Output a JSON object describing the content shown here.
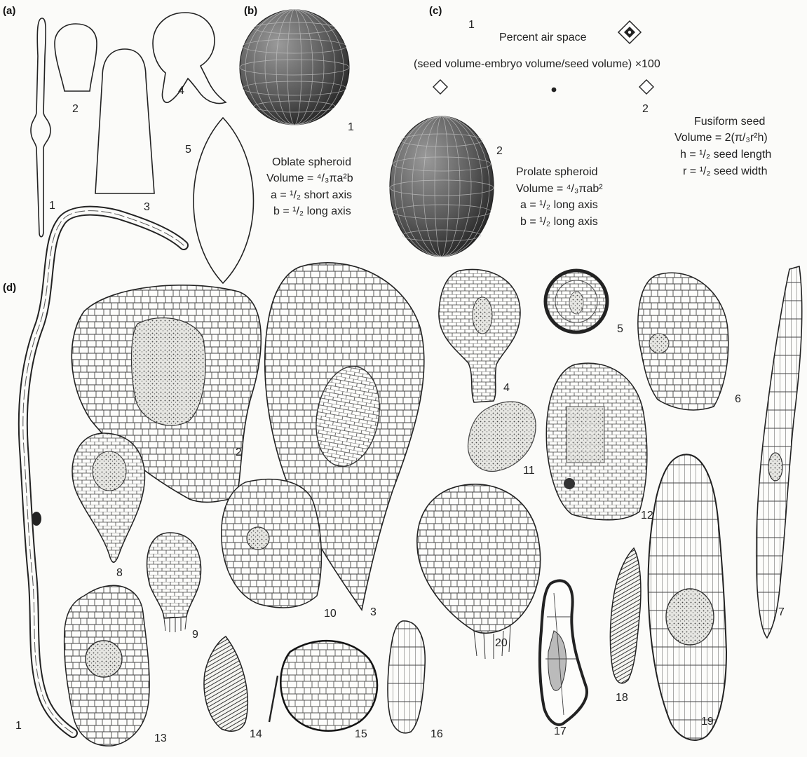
{
  "panels": {
    "a": {
      "label": "(a)",
      "shape_numbers": [
        "1",
        "2",
        "3",
        "4",
        "5"
      ]
    },
    "b": {
      "label": "(b)",
      "shape_numbers": [
        "1",
        "2"
      ],
      "oblate": {
        "title": "Oblate spheroid",
        "volume": "Volume = ⁴/₃πa²b",
        "a_def": "a = ¹/₂ short axis",
        "b_def": "b = ¹/₂ long axis"
      },
      "prolate": {
        "title": "Prolate spheroid",
        "volume": "Volume = ⁴/₃πab²",
        "a_def": "a = ¹/₂ long axis",
        "b_def": "b = ¹/₂ long axis"
      }
    },
    "c": {
      "label": "(c)",
      "num_1": "1",
      "num_2": "2",
      "air_space": "Percent air space",
      "formula": "(seed volume-embryo volume/seed volume) ×100"
    },
    "fusiform": {
      "title": "Fusiform seed",
      "volume": "Volume = 2(π/₃r²h)",
      "h_def": "h = ¹/₂ seed length",
      "r_def": "r = ¹/₂ seed width"
    },
    "d": {
      "label": "(d)",
      "seed_numbers": [
        "1",
        "2",
        "3",
        "4",
        "5",
        "6",
        "7",
        "8",
        "9",
        "10",
        "11",
        "12",
        "13",
        "14",
        "15",
        "16",
        "17",
        "18",
        "19",
        "20"
      ]
    }
  },
  "colors": {
    "line": "#222222",
    "sphere_dark": "#3a3a3a",
    "sphere_light": "#8c8c8c",
    "background": "#fbfbf9"
  }
}
